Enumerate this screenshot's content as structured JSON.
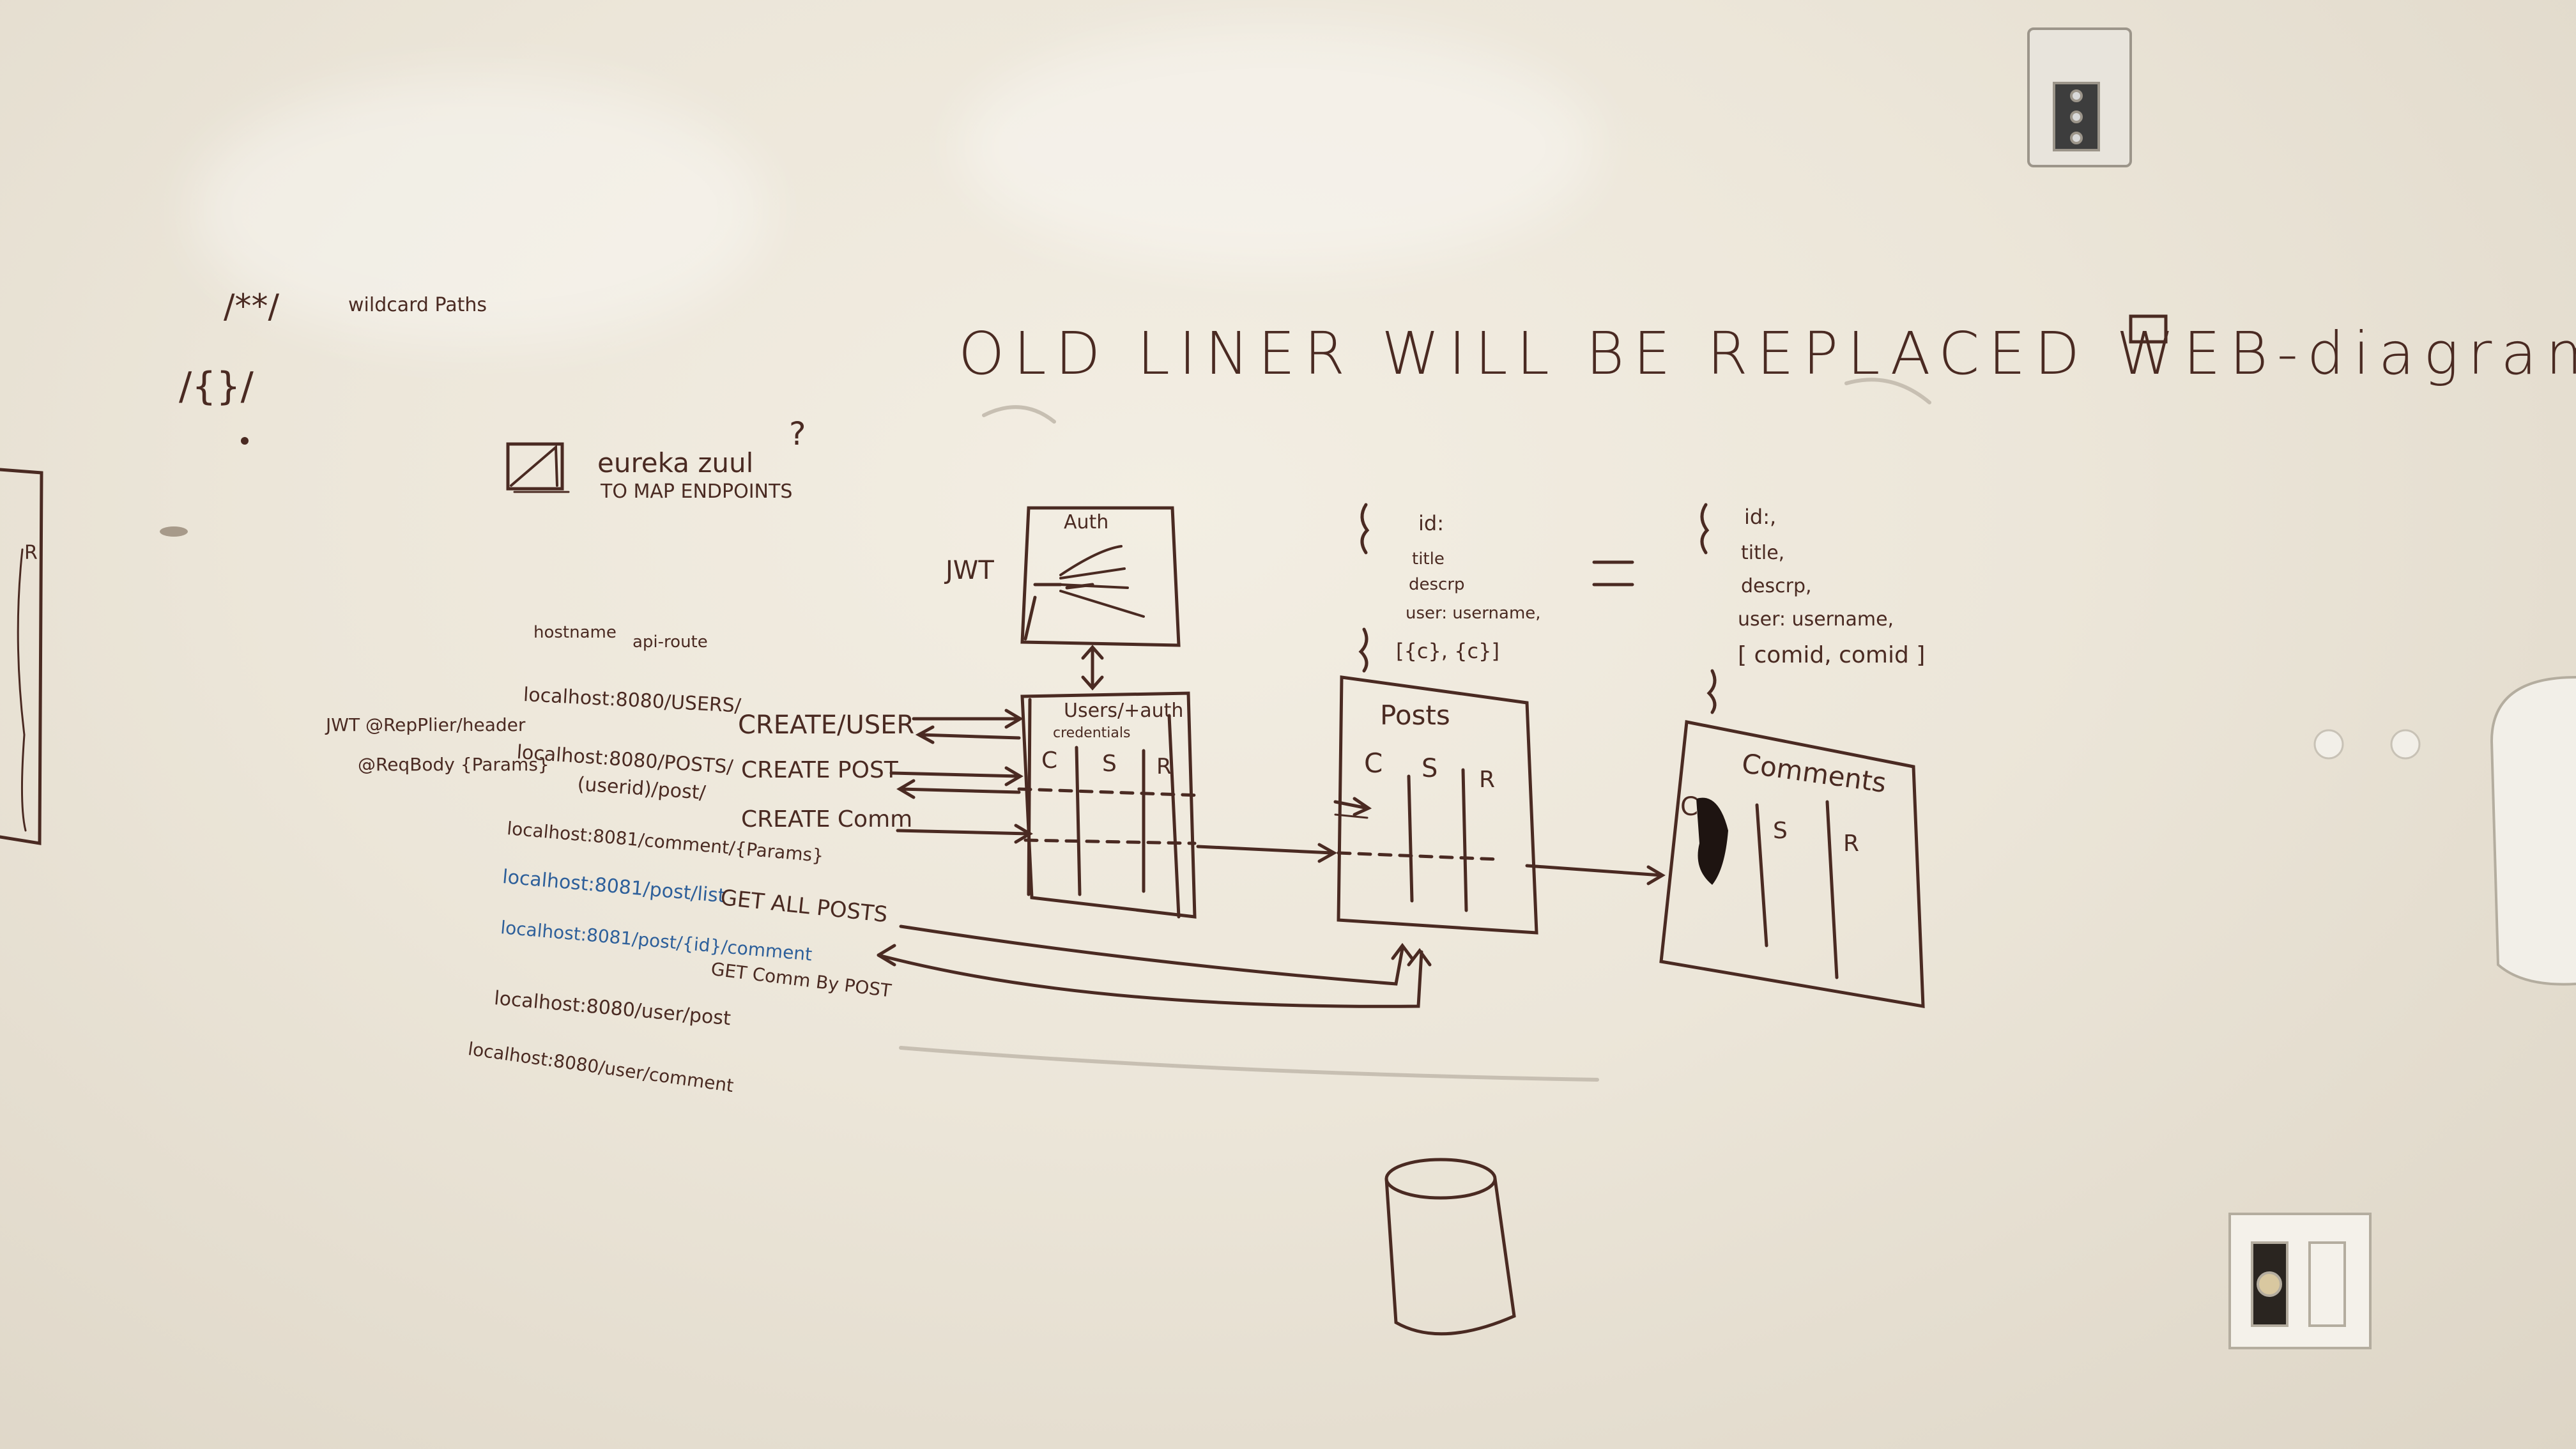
{
  "title": "OLD LINER WILL BE REPLACED WEB-diagram",
  "left_notes": {
    "wildcard_code": "/**/",
    "wildcard_label": "wildcard Paths",
    "braces": "/{}/"
  },
  "eureka": {
    "line1": "eureka zuul",
    "question": "?",
    "line2": "TO MAP ENDPOINTS"
  },
  "routes": {
    "header_hostname": "hostname",
    "header_api_route": "api-route",
    "jwt_note_line1": "JWT @RepPlier/header",
    "jwt_note_line2": "@ReqBody {Params}",
    "items": [
      {
        "text": "localhost:8080/USERS/",
        "color": "brown"
      },
      {
        "text": "localhost:8080/POSTS/",
        "color": "brown"
      },
      {
        "text": "(userid)/post/",
        "color": "brown"
      },
      {
        "text": "localhost:8081/comment/{Params}",
        "color": "brown"
      },
      {
        "text": "localhost:8081/post/list",
        "color": "blue"
      },
      {
        "text": "localhost:8081/post/{id}/comment",
        "color": "blue"
      },
      {
        "text": "localhost:8080/user/post",
        "color": "brown"
      },
      {
        "text": "localhost:8080/user/comment",
        "color": "brown"
      }
    ]
  },
  "actions": {
    "create_user": "CREATE/USER",
    "create_post": "CREATE POST",
    "create_comm": "CREATE Comm",
    "get_all_posts": "GET ALL POSTS",
    "get_comm_by_post": "GET Comm By POST"
  },
  "services": {
    "auth": {
      "label": "Auth",
      "jwt": "JWT"
    },
    "users": {
      "label": "Users/+auth",
      "sub": "credentials",
      "cols": [
        "C",
        "S",
        "R"
      ]
    },
    "posts": {
      "label": "Posts",
      "cols": [
        "C",
        "S",
        "R"
      ]
    },
    "comments": {
      "label": "Comments",
      "cols": [
        "C",
        "S",
        "R"
      ]
    }
  },
  "schema_left": {
    "open": "{",
    "fields": [
      "id:",
      "title",
      "descrp",
      "user: username,"
    ],
    "close": "}",
    "array": "[{c}, {c}]"
  },
  "equals": "=",
  "schema_right": {
    "open": "{",
    "fields": [
      "id:,",
      "title,",
      "descrp,",
      "user: username,",
      "[ comid, comid ]"
    ],
    "close": "}"
  },
  "side_r": "R",
  "colors": {
    "ink": "#4a2a22",
    "blue_ink": "#2d5f9a",
    "board": "#ece6d9"
  }
}
